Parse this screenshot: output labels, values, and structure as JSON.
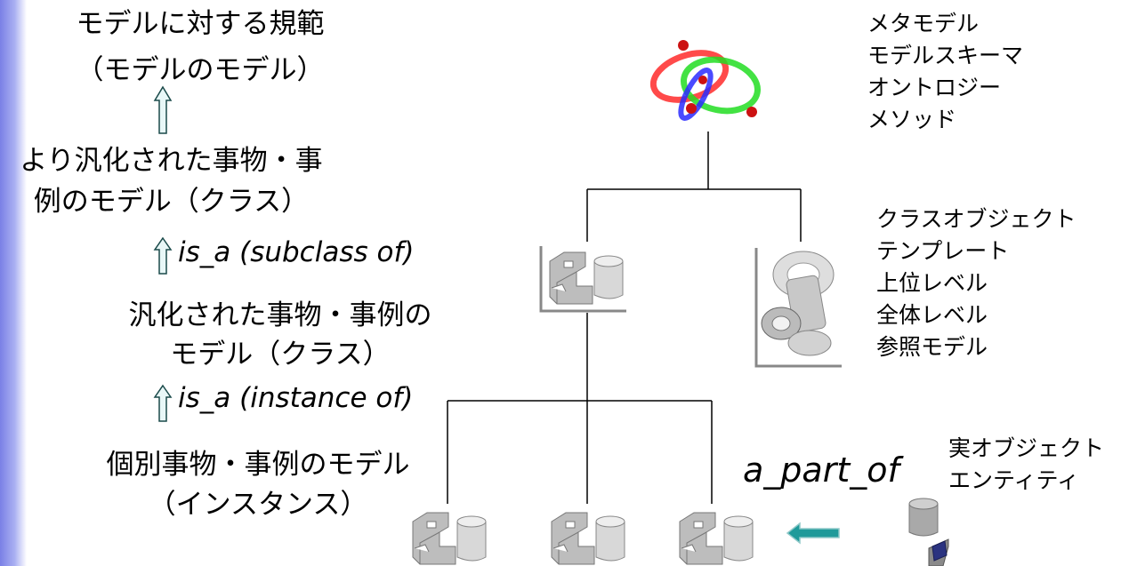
{
  "levels": {
    "meta_model": "モデルに対する規範",
    "meta_model_sub": "（モデルのモデル）",
    "general_class_line1": "より汎化された事物・事",
    "general_class_line2": "例のモデル（クラス）",
    "relation_subclass": "is_a (subclass of)",
    "class_line1": "汎化された事物・事例の",
    "class_line2": "モデル（クラス）",
    "relation_instance": "is_a (instance of)",
    "instance_line1": "個別事物・事例のモデル",
    "instance_line2": "（インスタンス）"
  },
  "right_labels": {
    "meta": [
      "メタモデル",
      "モデルスキーマ",
      "オントロジー",
      "メソッド"
    ],
    "class_object": [
      "クラスオブジェクト",
      "テンプレート",
      "上位レベル",
      "全体レベル",
      "参照モデル"
    ],
    "real_object": [
      "実オブジェクト",
      "エンティティ"
    ]
  },
  "part_of_relation": "a_part_of",
  "colors": {
    "ring_red": "#ff2a2a",
    "ring_green": "#22dd22",
    "ring_blue": "#2a2aff",
    "arrow_teal": "#1f9a9a",
    "arrow_outline": "#8fc9c9",
    "sidebar": "#8a90ea"
  }
}
